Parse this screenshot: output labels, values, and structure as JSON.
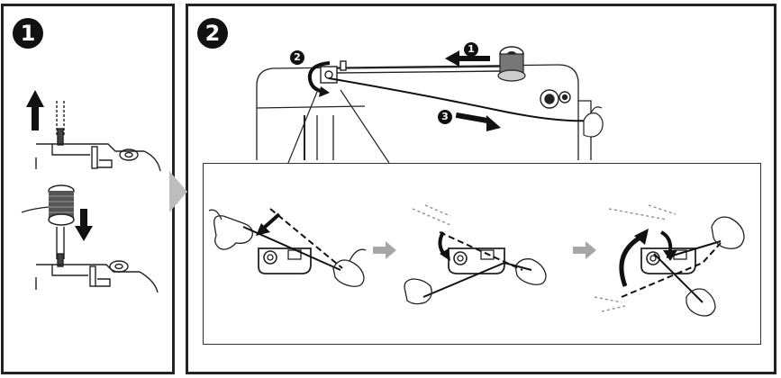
{
  "steps": {
    "step1": {
      "number": "1"
    },
    "step2": {
      "number": "2"
    },
    "substeps": [
      "1",
      "2",
      "3"
    ]
  },
  "colors": {
    "line": "#222222",
    "fill_dark": "#111111",
    "connector_gray": "#bdbdbd",
    "arrow_gray": "#a6a6a6"
  },
  "icons": [
    "up-arrow-icon",
    "down-arrow-icon",
    "thread-spool-icon",
    "left-arrow-icon",
    "right-arrow-icon",
    "curved-arrow-icon",
    "hand-icon"
  ]
}
